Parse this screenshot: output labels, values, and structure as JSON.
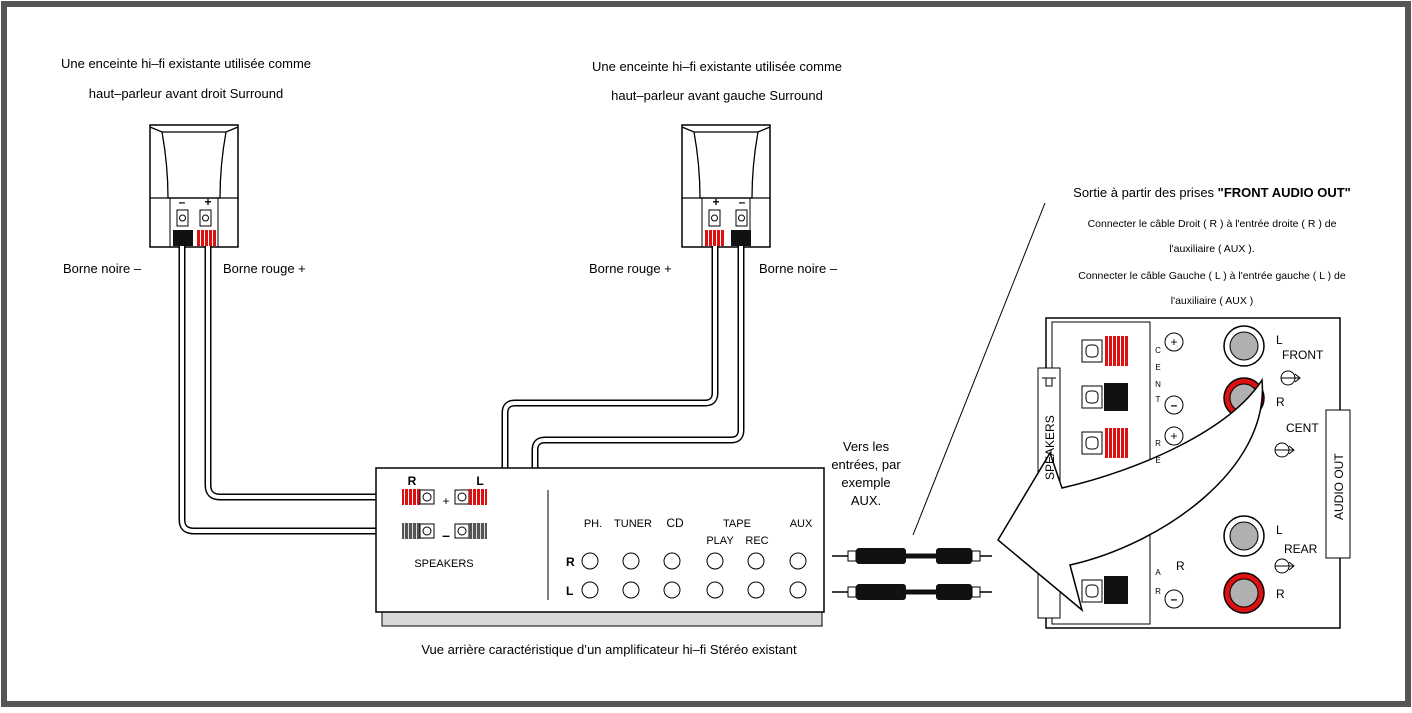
{
  "captions": {
    "right_speaker_line1": "Une enceinte hi–fi existante utilisée comme",
    "right_speaker_line2": "haut–parleur avant droit Surround",
    "left_speaker_line1": "Une enceinte hi–fi existante utilisée comme",
    "left_speaker_line2": "haut–parleur avant gauche Surround",
    "amp_caption": "Vue arrière caractéristique d’un amplificateur hi–fi Stéréo existant"
  },
  "terminals": {
    "black_left": "Borne noire –",
    "red_left": "Borne rouge +",
    "red_right": "Borne rouge +",
    "black_right": "Borne noire –",
    "minus": "–",
    "plus": "+"
  },
  "amp": {
    "r_label": "R",
    "l_label": "L",
    "plus": "+",
    "minus": "–",
    "speakers": "SPEAKERS",
    "inputs": {
      "ph": "PH.",
      "tuner": "TUNER",
      "cd": "CD",
      "tape": "TAPE",
      "play": "PLAY",
      "rec": "REC",
      "aux": "AUX"
    },
    "row_r": "R",
    "row_l": "L"
  },
  "cable_note": {
    "line1": "Vers les",
    "line2": "entrées, par",
    "line3": "exemple",
    "line4": "AUX."
  },
  "output": {
    "title_prefix": "Sortie à partir des prises ",
    "title_bold": "\"FRONT AUDIO OUT\"",
    "note1a": "Connecter le câble Droit ( R ) à l'entrée droite ( R ) de",
    "note1b": "l'auxiliaire ( AUX ).",
    "note2a": "Connecter le câble Gauche ( L ) à l'entrée gauche ( L ) de",
    "note2b": "l'auxiliaire ( AUX )"
  },
  "panel": {
    "speakers_vertical": "SPEAKERS",
    "cent_letters": [
      "C",
      "E",
      "N",
      "T"
    ],
    "rear_letters": [
      "R",
      "E",
      "A",
      "R"
    ],
    "plus": "+",
    "minus": "–",
    "front_l": "L",
    "front": "FRONT",
    "front_r": "R",
    "cent": "CENT",
    "rear_l": "L",
    "rear": "REAR",
    "rear_r": "R",
    "rear_speaker_r": "R",
    "audio_out": "AUDIO OUT"
  },
  "colors": {
    "red": "#dd1111",
    "black": "#111111",
    "grey_jack": "#b0b0b0",
    "frame": "#555555"
  }
}
